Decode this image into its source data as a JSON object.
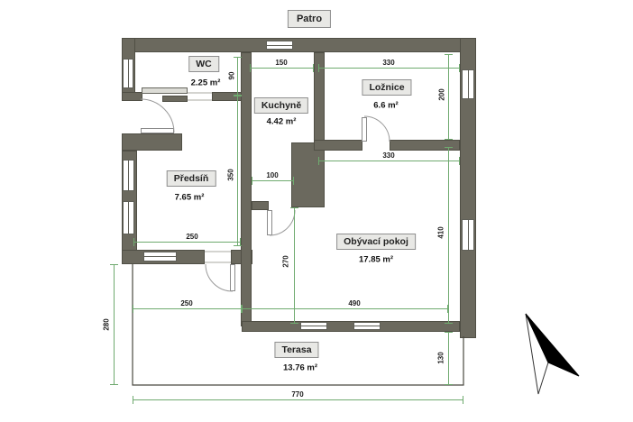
{
  "title": {
    "label": "Patro"
  },
  "rooms": {
    "wc": {
      "name": "WC",
      "area": "2.25 m²"
    },
    "kitchen": {
      "name": "Kuchyně",
      "area": "4.42 m²"
    },
    "bedroom": {
      "name": "Ložnice",
      "area": "6.6 m²"
    },
    "hall": {
      "name": "Předsíň",
      "area": "7.65 m²"
    },
    "living": {
      "name": "Obývací pokoj",
      "area": "17.85 m²"
    },
    "terrace": {
      "name": "Terasa",
      "area": "13.76 m²"
    }
  },
  "dims": {
    "d150": "150",
    "d330_top": "330",
    "d90": "90",
    "d200": "200",
    "d350": "350",
    "d100": "100",
    "d330_mid": "330",
    "d270": "270",
    "d410": "410",
    "d250_hall": "250",
    "d250_terrace": "250",
    "d490": "490",
    "d280": "280",
    "d130": "130",
    "d770": "770"
  },
  "colors": {
    "wall": "#6b695e",
    "dimension_line": "#6faa6f",
    "label_box": "#e8e8e5"
  },
  "compass": {
    "icon": "north-arrow"
  }
}
